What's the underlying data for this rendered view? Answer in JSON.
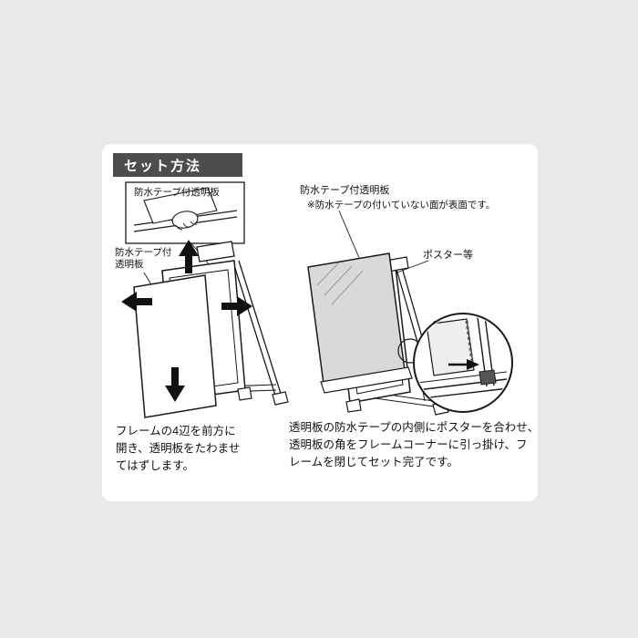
{
  "header": {
    "title": "セット方法"
  },
  "left_figure": {
    "inset_label": "防水テープ付透明板",
    "board_label": [
      "防水テープ付",
      "透明板"
    ],
    "caption": [
      "フレームの4辺を前方に",
      "開き、透明板をたわませ",
      "てはずします。"
    ]
  },
  "right_figure": {
    "board_label": "防水テープ付透明板",
    "board_note": "※防水テープの付いていない面が表面です。",
    "poster_label": "ポスター等",
    "caption": [
      "透明板の防水テープの内側にポスターを合わせ、",
      "透明板の角をフレームコーナーに引っ掛け、フ",
      "レームを閉じてセット完了です。"
    ]
  },
  "colors": {
    "page_background": "#e9e9e9",
    "panel_background": "#ffffff",
    "badge_background": "#4d4d4d",
    "badge_text": "#ffffff",
    "line": "#1a1a1a",
    "poster_fill": "#d9d9d9"
  }
}
